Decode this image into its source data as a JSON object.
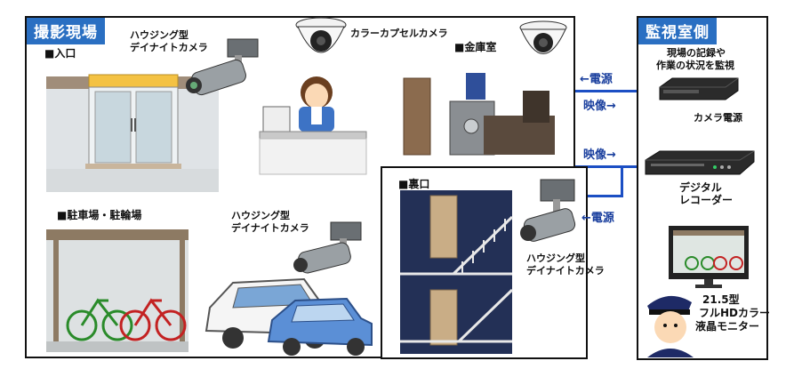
{
  "site_section": {
    "title": "撮影現場",
    "entrance": {
      "location": "■入口",
      "camera_label": [
        "ハウジング型",
        "デイナイトカメラ"
      ]
    },
    "dome": {
      "camera_label": "カラーカプセルカメラ"
    },
    "vault": {
      "location": "■金庫室"
    },
    "parking": {
      "location": "■駐車場・駐輪場",
      "camera_label": [
        "ハウジング型",
        "デイナイトカメラ"
      ]
    },
    "backdoor": {
      "location": "■裏口",
      "camera_label": [
        "ハウジング型",
        "デイナイトカメラ"
      ]
    }
  },
  "monitor_section": {
    "title": "監視室側",
    "description": [
      "現場の記録や",
      "作業の状況を監視"
    ],
    "camera_power_label": "カメラ電源",
    "recorder_label": [
      "デジタル",
      "レコーダー"
    ],
    "monitor_label": [
      "21.5型",
      "フルHDカラー",
      "液晶モニター"
    ]
  },
  "signals": {
    "power_top": "←電源",
    "video_top": "映像→",
    "video_mid": "映像→",
    "power_back": "←電源"
  },
  "colors": {
    "accent": "#2a6fc2",
    "wire": "#1c4fc4",
    "signal_text": "#1a3f9e"
  }
}
